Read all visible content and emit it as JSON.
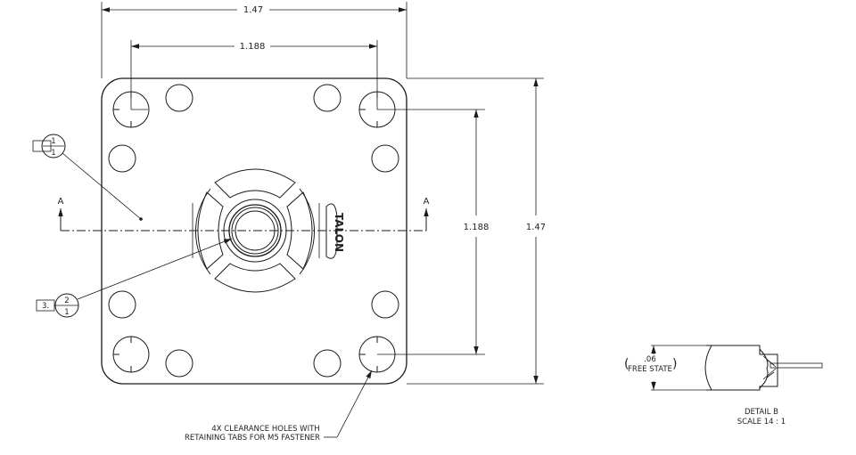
{
  "dimensions": {
    "overall_width": "1.47",
    "hole_spacing_x": "1.188",
    "hole_spacing_y": "1.188",
    "overall_height": "1.47"
  },
  "section": {
    "left_label": "A",
    "right_label": "A"
  },
  "balloons": [
    {
      "box": "",
      "top": "1",
      "bottom": "1"
    },
    {
      "box": "3.",
      "top": "2",
      "bottom": "1"
    }
  ],
  "logo_text": "TALON",
  "notes": {
    "clearance_line1": "4X CLEARANCE HOLES WITH",
    "clearance_line2": "RETAINING TABS FOR M5 FASTENER"
  },
  "detail": {
    "dimension_value": ".06",
    "dimension_note": "FREE STATE",
    "title": "DETAIL B",
    "scale": "SCALE 14 : 1"
  }
}
